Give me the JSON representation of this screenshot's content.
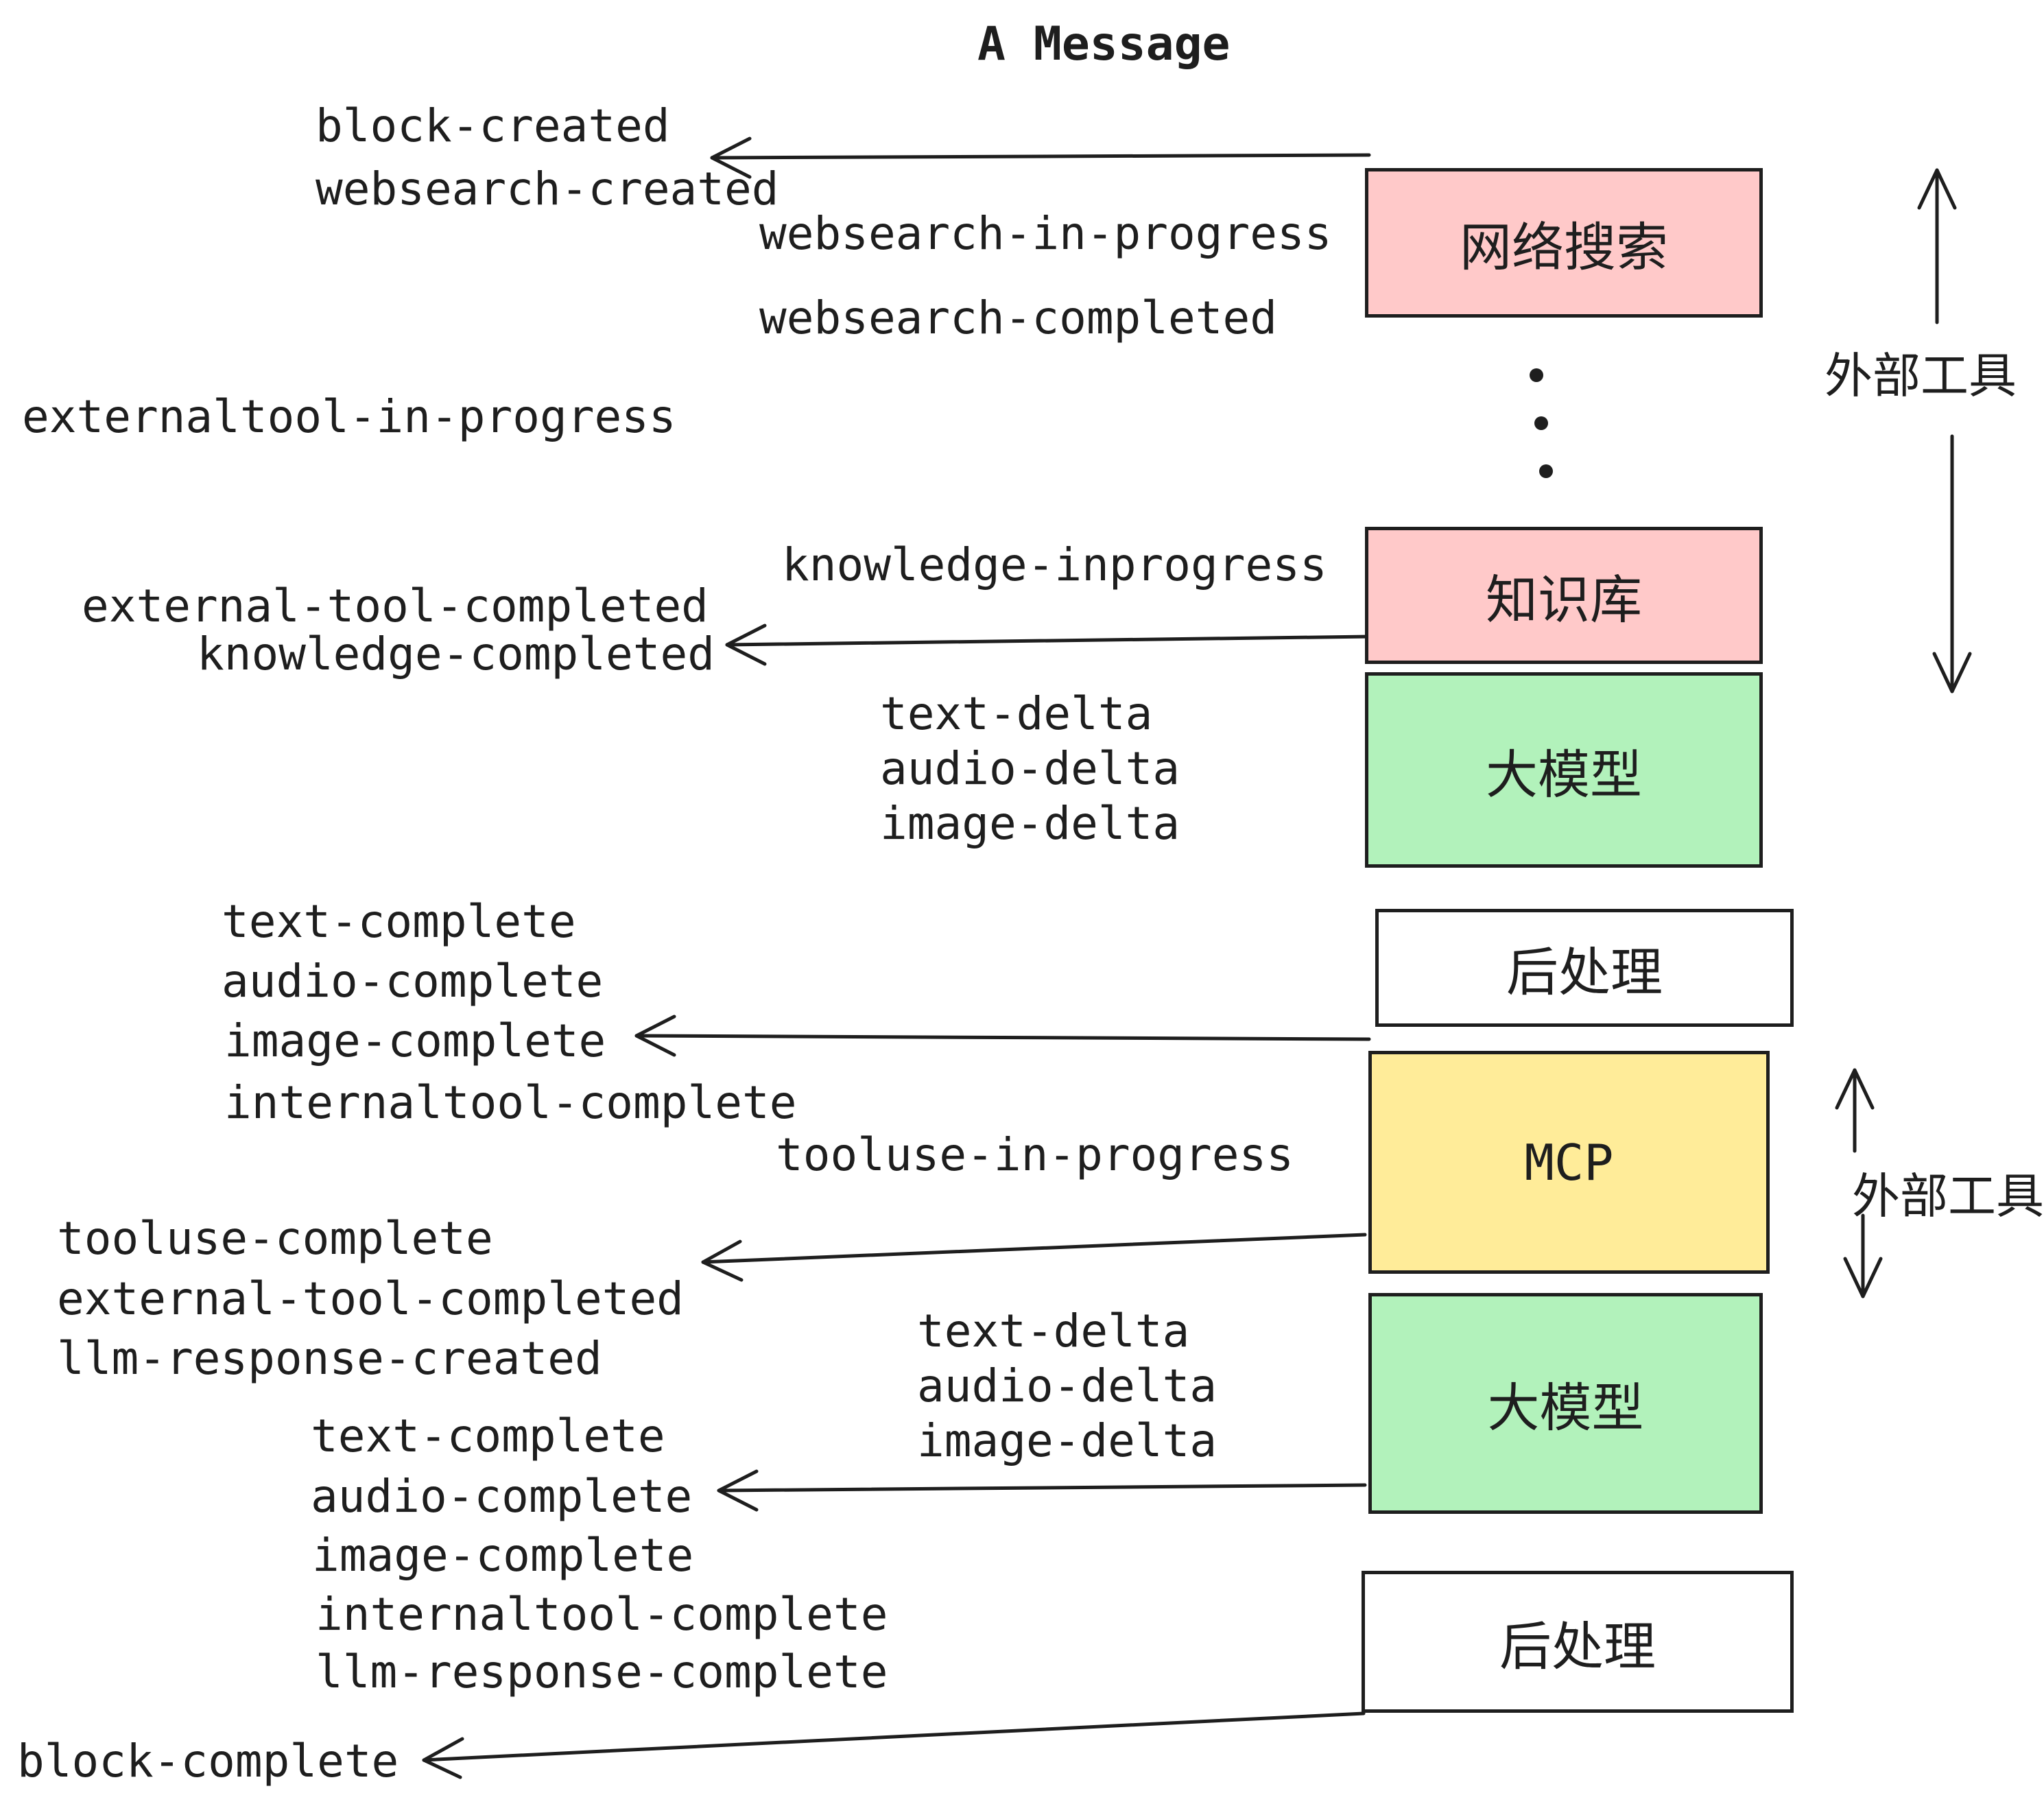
{
  "title": "A Message",
  "boxes": {
    "websearch": "网络搜索",
    "knowledge": "知识库",
    "llm1": "大模型",
    "post1": "后处理",
    "mcp": "MCP",
    "llm2": "大模型",
    "post2": "后处理"
  },
  "side_labels": {
    "external_tools_top": "外部工具",
    "external_tools_bottom": "外部工具"
  },
  "events": {
    "block_created": "block-created",
    "websearch_created": "websearch-created",
    "websearch_in_progress": "websearch-in-progress",
    "websearch_completed": "websearch-completed",
    "externaltool_in_progress": "externaltool-in-progress",
    "knowledge_inprogress": "knowledge-inprogress",
    "external_tool_completed_1": "external-tool-completed",
    "knowledge_completed": "knowledge-completed",
    "text_delta_1": "text-delta",
    "audio_delta_1": "audio-delta",
    "image_delta_1": "image-delta",
    "text_complete_1": "text-complete",
    "audio_complete_1": "audio-complete",
    "image_complete_1": "image-complete",
    "internaltool_complete_1": "internaltool-complete",
    "tooluse_in_progress": "tooluse-in-progress",
    "tooluse_complete": "tooluse-complete",
    "external_tool_completed_2": "external-tool-completed",
    "llm_response_created": "llm-response-created",
    "text_delta_2": "text-delta",
    "audio_delta_2": "audio-delta",
    "image_delta_2": "image-delta",
    "text_complete_2": "text-complete",
    "audio_complete_2": "audio-complete",
    "image_complete_2": "image-complete",
    "internaltool_complete_2": "internaltool-complete",
    "llm_response_complete": "llm-response-complete",
    "block_complete": "block-complete"
  },
  "colors": {
    "pink": "#ffc9c9",
    "green": "#b2f2bb",
    "yellow": "#ffec99",
    "white": "#ffffff",
    "ink": "#1e1e1e"
  }
}
